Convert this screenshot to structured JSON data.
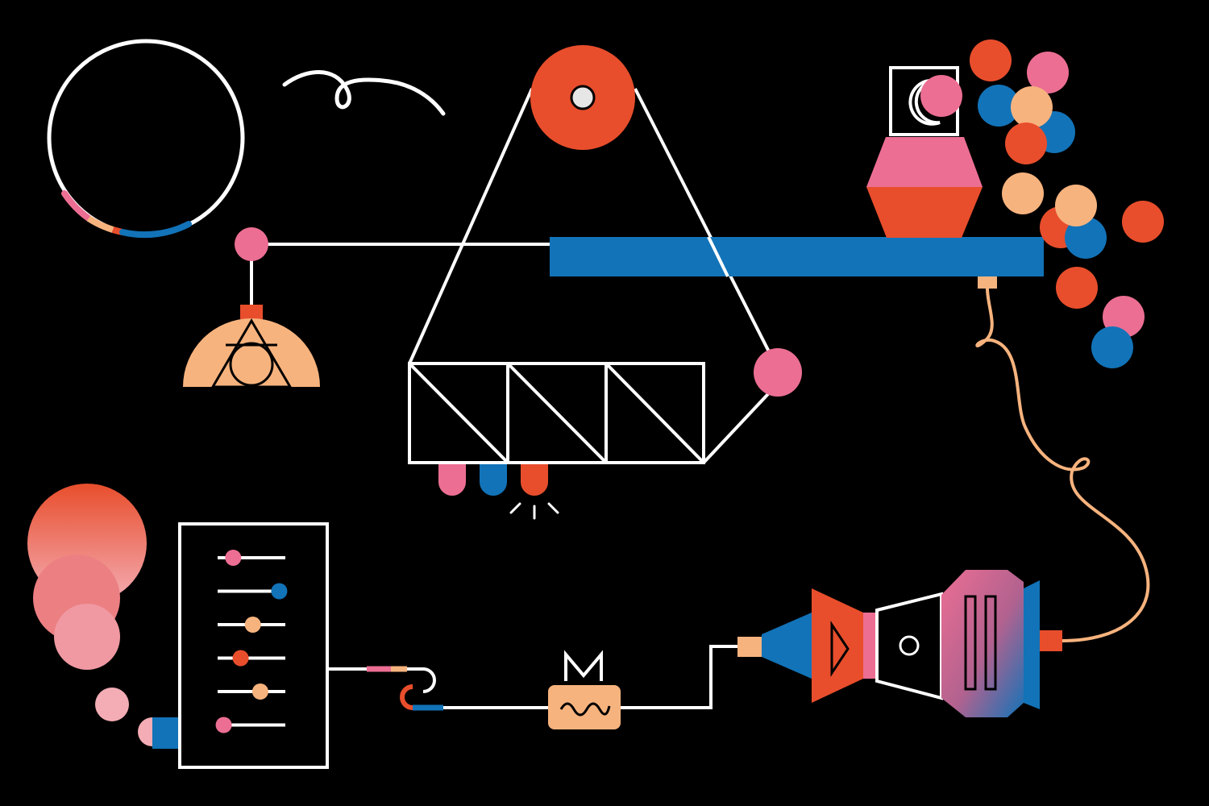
{
  "palette": {
    "background": "#000000",
    "line": "#ffffff",
    "red": "#e84e2c",
    "pink": "#ec6e93",
    "blue": "#1273b8",
    "peach": "#f7b37e",
    "light_grey": "#e6e6e6",
    "pale_pink": "#f4adb5"
  },
  "sliders": {
    "count": 6,
    "knob_positions": [
      0.23,
      0.91,
      0.52,
      0.34,
      0.63,
      0.09
    ],
    "knob_colors": [
      "pink",
      "blue",
      "peach",
      "red",
      "peach",
      "pink"
    ]
  },
  "icons": {
    "hourglass_hopper": "hourglass-icon",
    "play_triangle": "play-icon",
    "moon": "crescent-moon-icon",
    "wave": "wave-icon",
    "triangle_circle": "triangle-circle-icon"
  }
}
